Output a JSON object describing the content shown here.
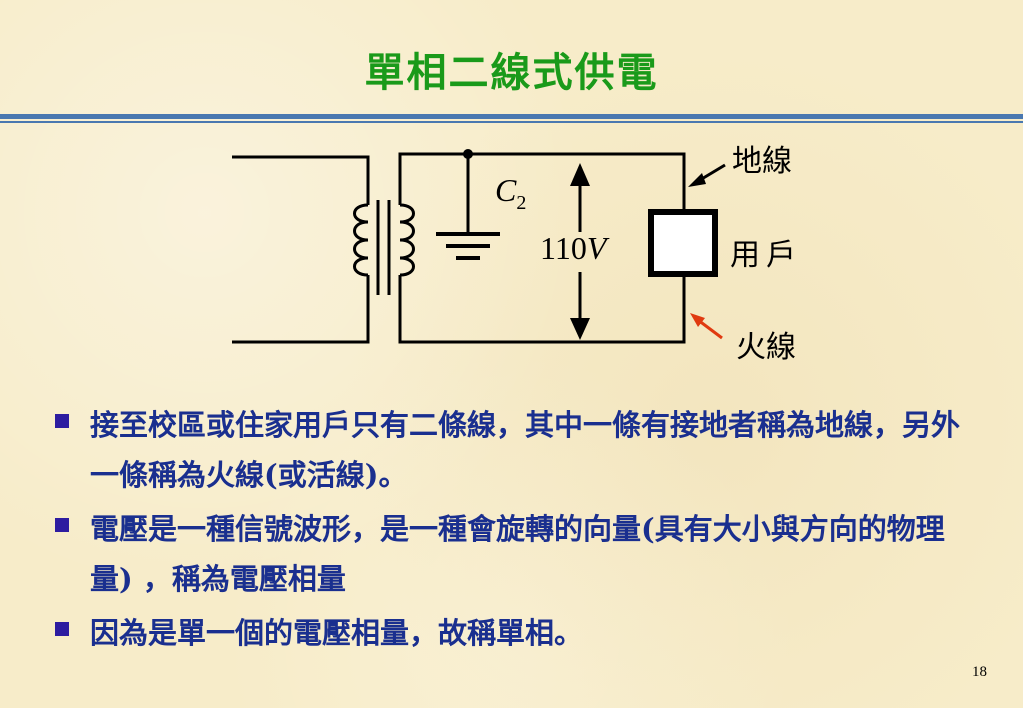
{
  "slide": {
    "title": "單相二線式供電",
    "page_number": "18"
  },
  "diagram": {
    "labels": {
      "ground_wire": "地線",
      "user": "用戶",
      "live_wire": "火線",
      "capacitor_letter": "C",
      "capacitor_subscript": "2",
      "voltage_number": "110",
      "voltage_unit": "V"
    },
    "colors": {
      "live_wire_arrow": "#e03a10",
      "ground_wire_arrow": "#000000"
    }
  },
  "bullets": [
    {
      "text": "接至校區或住家用戶只有二條線，其中一條有接地者稱為地線，另外一條稱為火線(或活線)。"
    },
    {
      "text": "電壓是一種信號波形，是一種會旋轉的向量(具有大小與方向的物理量) ，稱為電壓相量"
    },
    {
      "text": "因為是單一個的電壓相量，故稱單相。"
    }
  ],
  "colors": {
    "title": "#1a9a1a",
    "bullet_text": "#1a2f8f",
    "rule": "#4a78b0",
    "background": "#f7ecc9"
  }
}
